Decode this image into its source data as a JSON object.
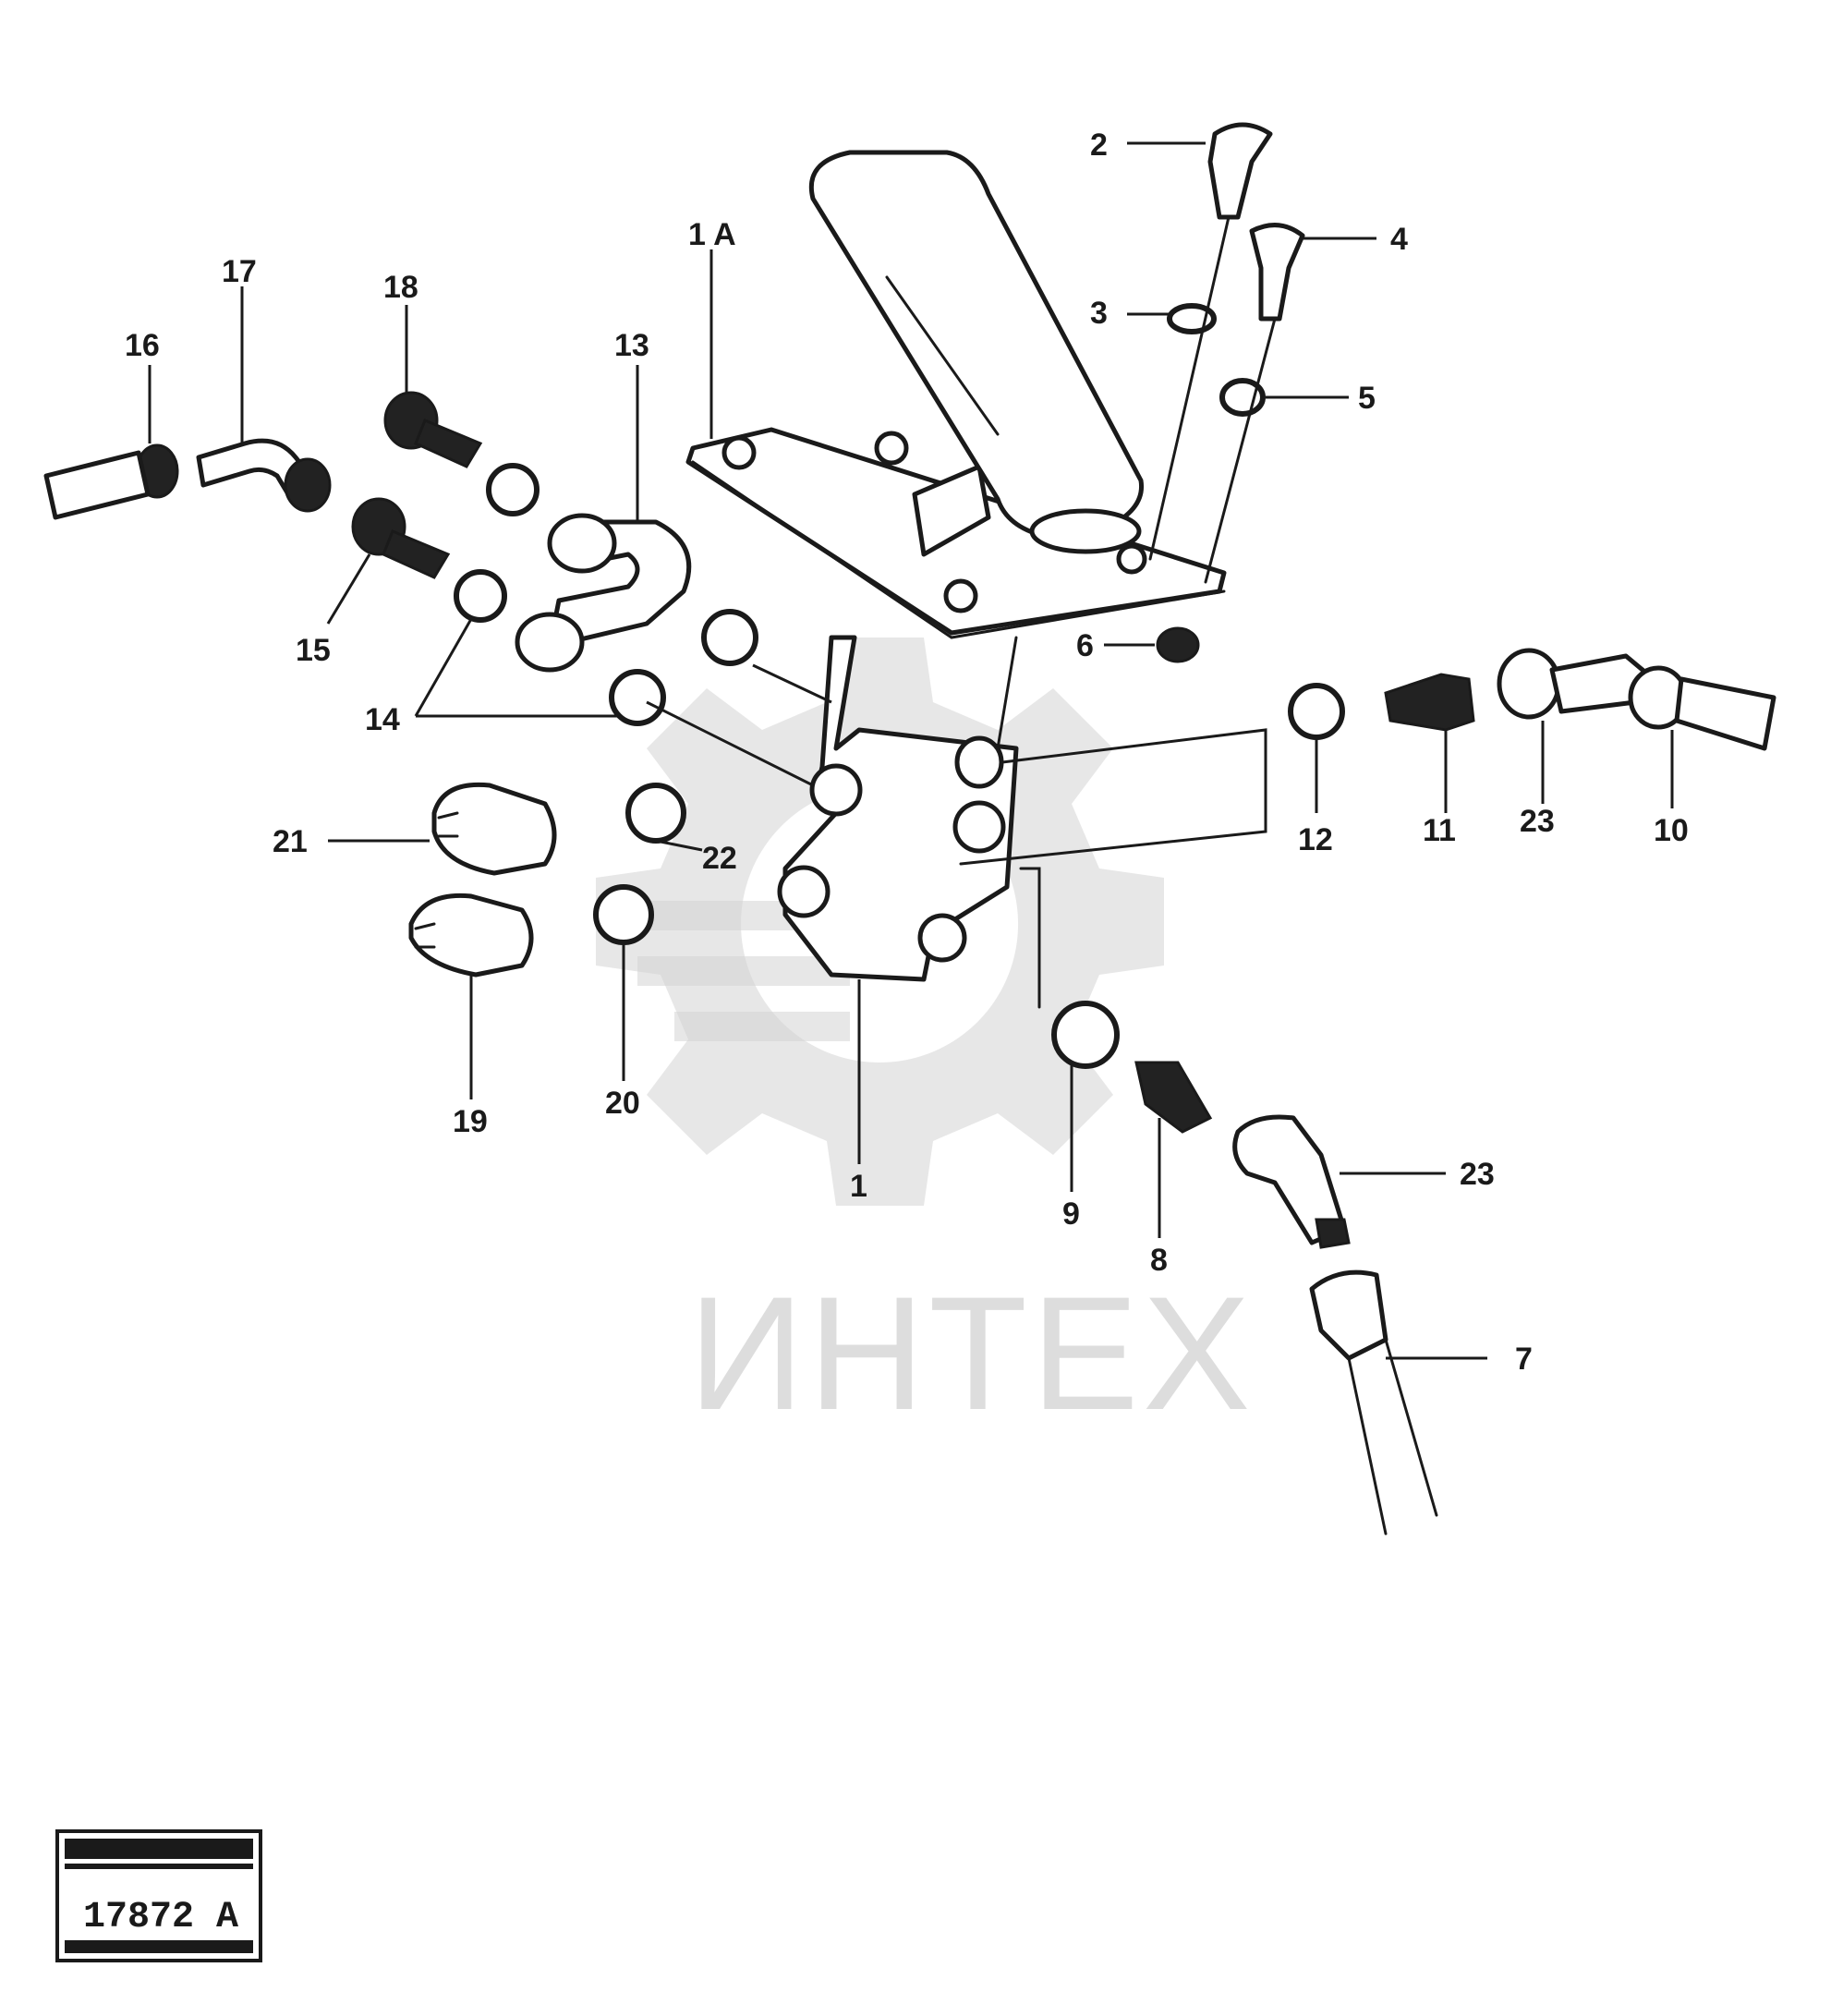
{
  "watermark": {
    "text": "ИНТЕХ",
    "icon": "gear-icon"
  },
  "stamp": {
    "code": "17872 A"
  },
  "labels": [
    "2",
    "4",
    "1 A",
    "3",
    "5",
    "17",
    "18",
    "13",
    "16",
    "6",
    "15",
    "14",
    "12",
    "11",
    "23",
    "10",
    "21",
    "22",
    "19",
    "20",
    "1",
    "9",
    "8",
    "23",
    "7"
  ]
}
